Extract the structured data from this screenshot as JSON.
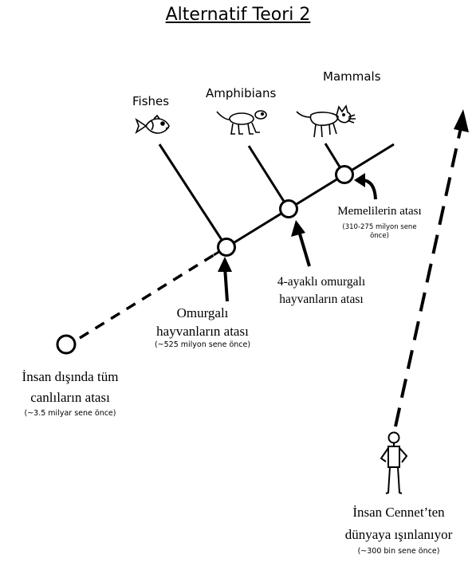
{
  "title": "Alternatif Teori 2",
  "taxa": {
    "fishes": "Fishes",
    "amphibians": "Amphibians",
    "mammals": "Mammals"
  },
  "nodes": {
    "root": {
      "line1": "İnsan dışında tüm",
      "line2": "canlıların atası",
      "date": "(~3.5 milyar sene önce)"
    },
    "vertebrates": {
      "line1": "Omurgalı",
      "line2": "hayvanların atası",
      "date": "(~525 milyon sene önce)"
    },
    "tetrapods": {
      "line1": "4-ayaklı omurgalı",
      "line2": "hayvanların atası"
    },
    "mammals": {
      "line1": "Memelilerin atası",
      "date_line1": "(310-275 milyon sene",
      "date_line2": "önce)"
    }
  },
  "human": {
    "line1": "İnsan Cennet’ten",
    "line2": "dünyaya ışınlanıyor",
    "date": "(~300 bin sene önce)"
  }
}
